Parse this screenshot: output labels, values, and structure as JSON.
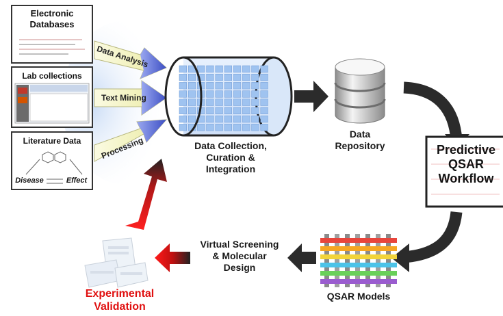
{
  "sources": {
    "electronic": "Electronic Databases",
    "lab": "Lab collections",
    "literature": "Literature Data",
    "disease": "Disease",
    "effect": "Effect"
  },
  "arrows": {
    "data_analysis": "Data Analysis",
    "text_mining": "Text Mining",
    "processing": "Processing"
  },
  "stages": {
    "collection": [
      "Data Collection,",
      "Curation &",
      "Integration"
    ],
    "repository": [
      "Data",
      "Repository"
    ],
    "workflow": [
      "Predictive",
      "QSAR",
      "Workflow"
    ],
    "qsar_models": "QSAR Models",
    "screening": [
      "Virtual Screening",
      "& Molecular",
      "Design"
    ],
    "validation": [
      "Experimental",
      "Validation"
    ]
  },
  "colors": {
    "arrow_blue": "#5b6fd6",
    "arrow_yellow": "#f2f2b8",
    "dark_arrow": "#2b2b2b",
    "red": "#e01010",
    "grid_blue": "#9fc3f0"
  }
}
